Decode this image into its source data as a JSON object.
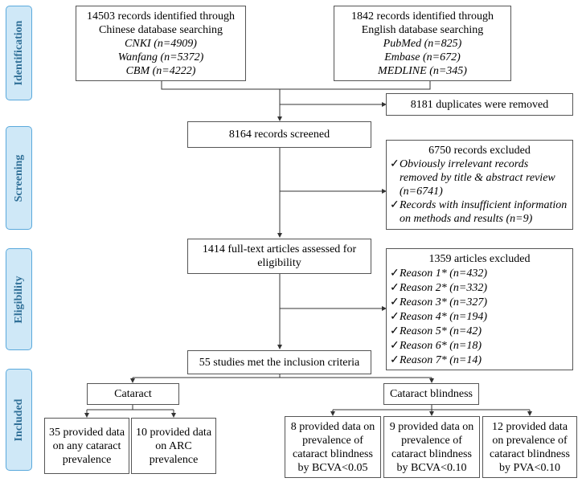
{
  "phases": [
    "Identification",
    "Screening",
    "Eligibility",
    "Included"
  ],
  "identification": {
    "chinese": {
      "line1": "14503 records identified through",
      "line2": "Chinese database searching",
      "sources": [
        "CNKI (n=4909)",
        "Wanfang (n=5372)",
        "CBM (n=4222)"
      ]
    },
    "english": {
      "line1": "1842 records identified through",
      "line2": "English database searching",
      "sources": [
        "PubMed (n=825)",
        "Embase (n=672)",
        "MEDLINE (n=345)"
      ]
    },
    "duplicates": "8181 duplicates were removed"
  },
  "screening": {
    "screened": "8164 records screened",
    "excluded_title": "6750 records excluded",
    "excluded_items": [
      [
        "Obviously irrelevant records",
        "removed by title & abstract review",
        "(n=6741)"
      ],
      [
        "Records with insufficient information",
        "on methods and results (n=9)"
      ]
    ],
    "check_mark": "✓"
  },
  "eligibility": {
    "assessed_line1": "1414 full-text articles assessed for",
    "assessed_line2": "eligibility",
    "excluded_title": "1359 articles excluded",
    "reasons": [
      "Reason 1* (n=432)",
      "Reason 2* (n=332)",
      "Reason 3* (n=327)",
      "Reason 4* (n=194)",
      "Reason 5* (n=42)",
      "Reason 6* (n=18)",
      "Reason 7* (n=14)"
    ]
  },
  "included": {
    "met": "55 studies met the inclusion criteria",
    "cataract": "Cataract",
    "blindness": "Cataract blindness",
    "cataract_boxes": [
      [
        "35 provided data",
        "on any cataract",
        "prevalence"
      ],
      [
        "10 provided data",
        "on ARC",
        "prevalence"
      ]
    ],
    "blindness_boxes": [
      [
        "8 provided data on",
        "prevalence of",
        "cataract blindness",
        "by BCVA<0.05"
      ],
      [
        "9 provided data on",
        "prevalence of",
        "cataract blindness",
        "by BCVA<0.10"
      ],
      [
        "12 provided data",
        "on prevalence of",
        "cataract blindness",
        "by PVA<0.10"
      ]
    ]
  }
}
